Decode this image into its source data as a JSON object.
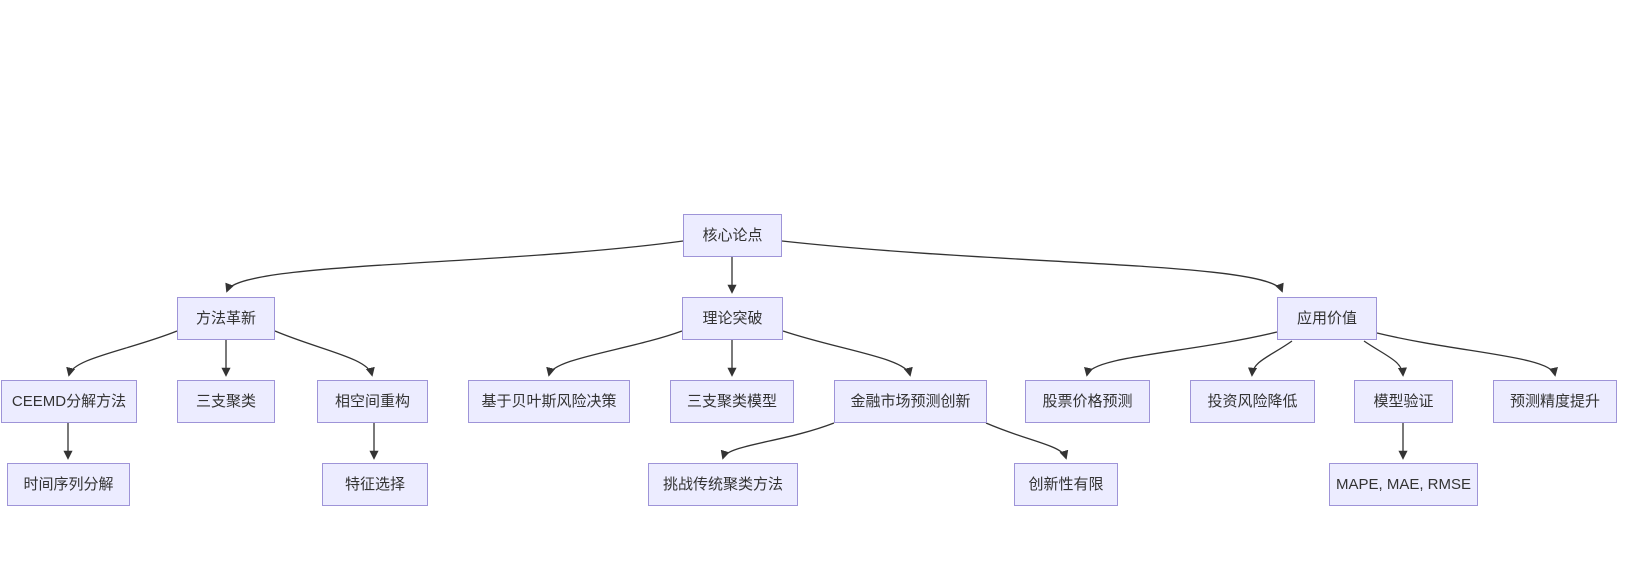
{
  "diagram": {
    "type": "flowchart-top-down",
    "colors": {
      "background": "#ffffff",
      "node_fill": "#ECECFF",
      "node_border": "#9e94d8",
      "edge": "#333333",
      "text": "#333333"
    },
    "nodes": [
      {
        "id": "core-thesis",
        "label": "核心论点"
      },
      {
        "id": "method-innovation",
        "label": "方法革新"
      },
      {
        "id": "theory-breakthrough",
        "label": "理论突破"
      },
      {
        "id": "application-value",
        "label": "应用价值"
      },
      {
        "id": "ceemd-decomposition",
        "label": "CEEMD分解方法"
      },
      {
        "id": "three-way-clustering",
        "label": "三支聚类"
      },
      {
        "id": "phase-space-reconstruction",
        "label": "相空间重构"
      },
      {
        "id": "bayesian-risk-decision",
        "label": "基于贝叶斯风险决策"
      },
      {
        "id": "three-way-clustering-model",
        "label": "三支聚类模型"
      },
      {
        "id": "financial-market-prediction-innovation",
        "label": "金融市场预测创新"
      },
      {
        "id": "stock-price-prediction",
        "label": "股票价格预测"
      },
      {
        "id": "investment-risk-reduction",
        "label": "投资风险降低"
      },
      {
        "id": "model-validation",
        "label": "模型验证"
      },
      {
        "id": "prediction-accuracy-improvement",
        "label": "预测精度提升"
      },
      {
        "id": "time-series-decomposition",
        "label": "时间序列分解"
      },
      {
        "id": "feature-selection",
        "label": "特征选择"
      },
      {
        "id": "challenge-traditional-clustering",
        "label": "挑战传统聚类方法"
      },
      {
        "id": "limited-innovation",
        "label": "创新性有限"
      },
      {
        "id": "evaluation-metrics",
        "label": "MAPE, MAE, RMSE"
      }
    ],
    "edges": [
      {
        "from": "core-thesis",
        "to": "method-innovation"
      },
      {
        "from": "core-thesis",
        "to": "theory-breakthrough"
      },
      {
        "from": "core-thesis",
        "to": "application-value"
      },
      {
        "from": "method-innovation",
        "to": "ceemd-decomposition"
      },
      {
        "from": "method-innovation",
        "to": "three-way-clustering"
      },
      {
        "from": "method-innovation",
        "to": "phase-space-reconstruction"
      },
      {
        "from": "theory-breakthrough",
        "to": "bayesian-risk-decision"
      },
      {
        "from": "theory-breakthrough",
        "to": "three-way-clustering-model"
      },
      {
        "from": "theory-breakthrough",
        "to": "financial-market-prediction-innovation"
      },
      {
        "from": "financial-market-prediction-innovation",
        "to": "challenge-traditional-clustering"
      },
      {
        "from": "financial-market-prediction-innovation",
        "to": "limited-innovation"
      },
      {
        "from": "application-value",
        "to": "stock-price-prediction"
      },
      {
        "from": "application-value",
        "to": "investment-risk-reduction"
      },
      {
        "from": "application-value",
        "to": "model-validation"
      },
      {
        "from": "application-value",
        "to": "prediction-accuracy-improvement"
      },
      {
        "from": "ceemd-decomposition",
        "to": "time-series-decomposition"
      },
      {
        "from": "phase-space-reconstruction",
        "to": "feature-selection"
      },
      {
        "from": "model-validation",
        "to": "evaluation-metrics"
      }
    ]
  }
}
